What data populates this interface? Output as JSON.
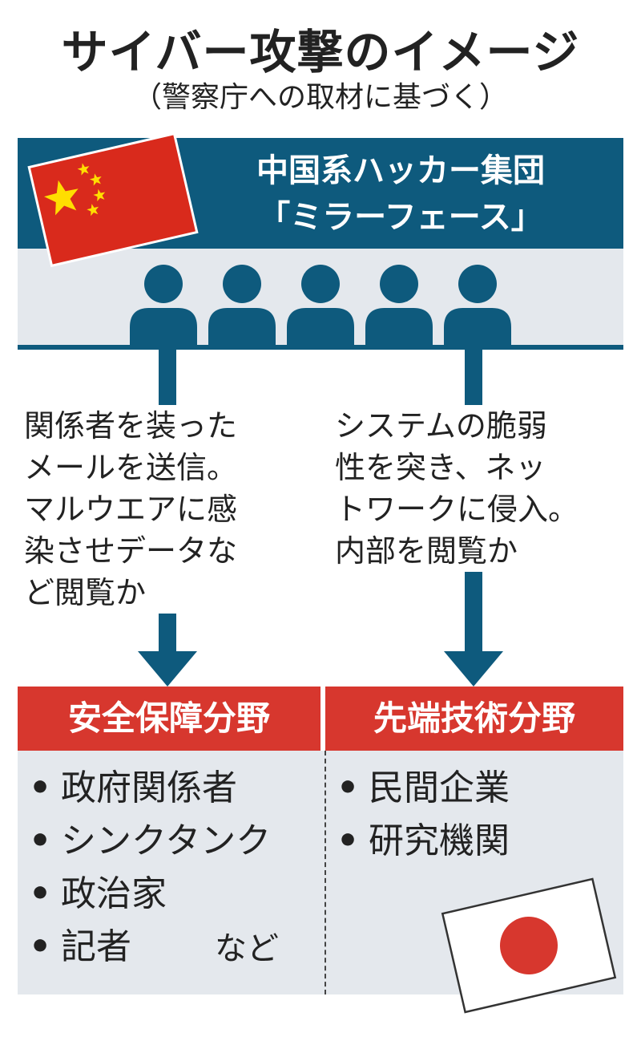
{
  "title": "サイバー攻撃のイメージ",
  "subtitle": "（警察庁への取材に基づく）",
  "attacker": {
    "name_line1": "中国系ハッカー集団",
    "name_line2": "「ミラーフェース」",
    "flag": "china-flag-icon",
    "members_icon": "person-icon"
  },
  "methods": {
    "left": [
      "関係者を装った",
      "メールを送信。",
      "マルウエアに感",
      "染させデータな",
      "ど閲覧か"
    ],
    "right": [
      "システムの脆弱",
      "性を突き、ネッ",
      "トワークに侵入。",
      "内部を閲覧か"
    ]
  },
  "sectors": {
    "left": {
      "label": "安全保障分野",
      "items": [
        "政府関係者",
        "シンクタンク",
        "政治家",
        "記者"
      ],
      "suffix": "など"
    },
    "right": {
      "label": "先端技術分野",
      "items": [
        "民間企業",
        "研究機関"
      ],
      "flag": "japan-flag-icon"
    }
  },
  "colors": {
    "navy": "#0e5a7d",
    "red": "#d7372e",
    "light_gray": "#e4e8ed",
    "china_red": "#d92a1c",
    "china_star": "#ffde00",
    "japan_red": "#d7372e"
  }
}
